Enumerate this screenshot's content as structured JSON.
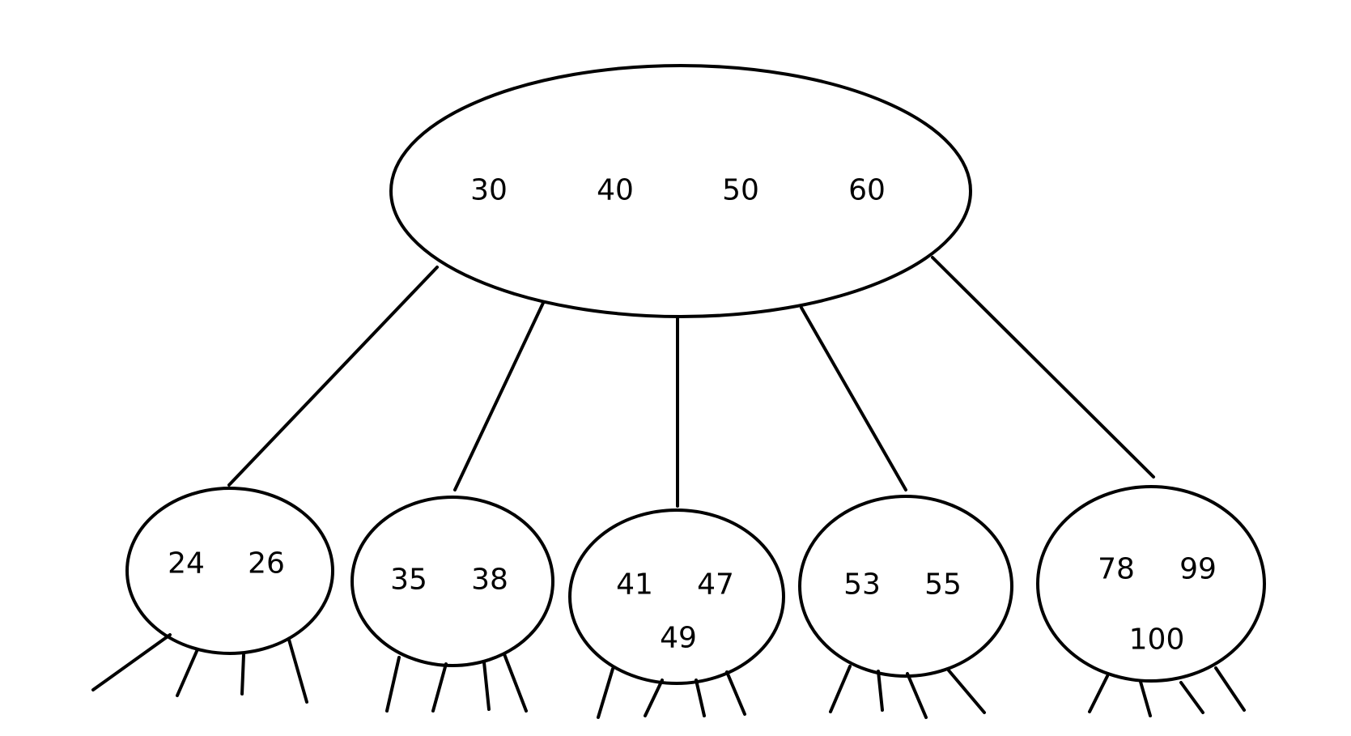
{
  "tree": {
    "root": {
      "keys": [
        "30",
        "40",
        "50",
        "60"
      ]
    },
    "children": [
      {
        "keys": [
          "24",
          "26"
        ]
      },
      {
        "keys": [
          "35",
          "38"
        ]
      },
      {
        "keys": [
          "41",
          "47",
          "49"
        ]
      },
      {
        "keys": [
          "53",
          "55"
        ]
      },
      {
        "keys": [
          "78",
          "99",
          "100"
        ]
      }
    ]
  }
}
